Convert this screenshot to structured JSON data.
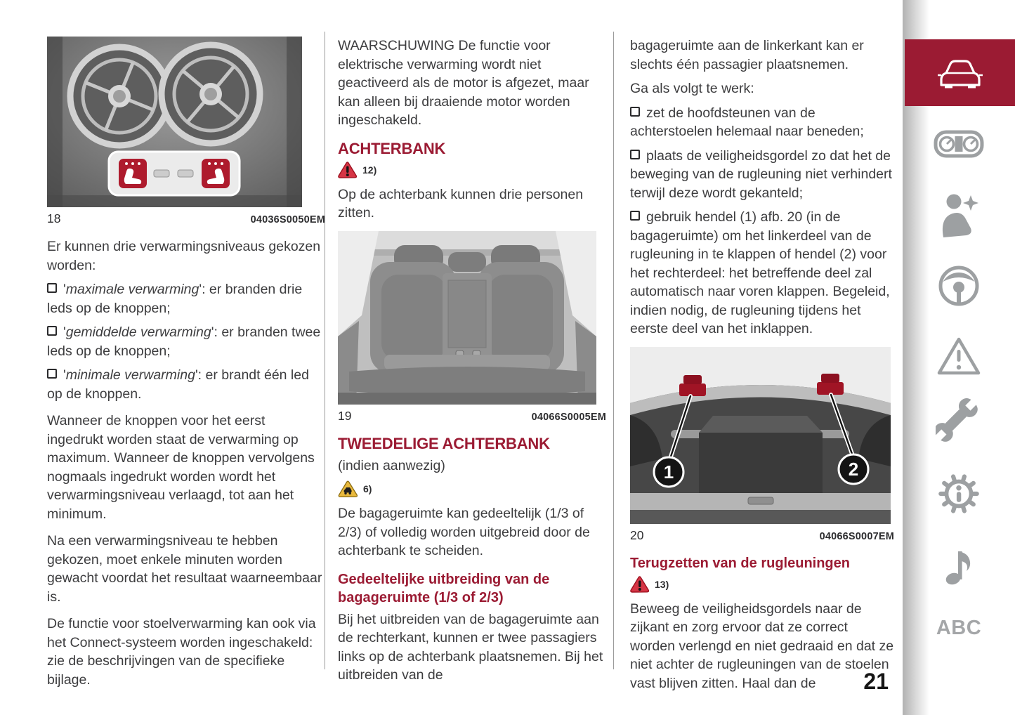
{
  "page": {
    "number": "21"
  },
  "colors": {
    "accent": "#9b1b33",
    "body_text": "#3d3d3f",
    "sidebar_icon": "#9da0a2"
  },
  "figures": {
    "fig18": {
      "number": "18",
      "code": "04036S0050EM"
    },
    "fig19": {
      "number": "19",
      "code": "04066S0005EM"
    },
    "fig20": {
      "number": "20",
      "code": "04066S0007EM",
      "callout1": "1",
      "callout2": "2"
    }
  },
  "left": {
    "p1": "Er kunnen drie verwarmingsniveaus gekozen worden:",
    "b1": {
      "pre": "'",
      "em": "maximale verwarming",
      "post": "': er branden drie leds op de knoppen;"
    },
    "b2": {
      "pre": "'",
      "em": "gemiddelde verwarming",
      "post": "': er branden twee leds op de knoppen;"
    },
    "b3": {
      "pre": "'",
      "em": "minimale verwarming",
      "post": "': er brandt één led op de knoppen."
    },
    "p2": "Wanneer de knoppen voor het eerst ingedrukt worden staat de verwarming op maximum. Wanneer de knoppen vervolgens nogmaals ingedrukt worden wordt het verwarmingsniveau verlaagd, tot aan het minimum.",
    "p3": "Na een verwarmingsniveau te hebben gekozen, moet enkele minuten worden gewacht voordat het resultaat waarneembaar is.",
    "p4": "De functie voor stoelverwarming kan ook via het Connect-systeem worden ingeschakeld: zie de beschrijvingen van de specifieke bijlage."
  },
  "middle": {
    "p1": "WAARSCHUWING De functie voor elektrische verwarming wordt niet geactiveerd als de motor is afgezet, maar kan alleen bij draaiende motor worden ingeschakeld.",
    "h1": "ACHTERBANK",
    "ref1": "12)",
    "p2": "Op de achterbank kunnen drie personen zitten.",
    "h2": "TWEEDELIGE ACHTERBANK",
    "sub": "(indien aanwezig)",
    "ref2": "6)",
    "p3": "De bagageruimte kan gedeeltelijk (1/3 of 2/3) of volledig worden uitgebreid door de achterbank te scheiden.",
    "h3": "Gedeeltelijke uitbreiding van de bagageruimte (1/3 of 2/3)",
    "p4": "Bij het uitbreiden van de bagageruimte aan de rechterkant, kunnen er twee passagiers links op de achterbank plaatsnemen. Bij het uitbreiden van de"
  },
  "right": {
    "p1": "bagageruimte aan de linkerkant kan er slechts één passagier plaatsnemen.",
    "p2": "Ga als volgt te werk:",
    "b1": "zet de hoofdsteunen van de achterstoelen helemaal naar beneden;",
    "b2": "plaats de veiligheidsgordel zo dat het de beweging van de rugleuning niet verhindert terwijl deze wordt gekanteld;",
    "b3": "gebruik hendel (1) afb. 20 (in de bagageruimte) om het linkerdeel van de rugleuning in te klappen of hendel (2) voor het rechterdeel: het betreffende deel zal automatisch naar voren klappen. Begeleid, indien nodig, de rugleuning tijdens het eerste deel van het inklappen.",
    "h1": "Terugzetten van de rugleuningen",
    "ref1": "13)",
    "p3": "Beweeg de veiligheidsgordels naar de zijkant en zorg ervoor dat ze correct worden verlengd en niet gedraaid en dat ze niet achter de rugleuningen van de stoelen vast blijven zitten. Haal dan de"
  },
  "sidebar": {
    "abc_label": "ABC",
    "icon_names": [
      "car-front-icon",
      "instrument-cluster-icon",
      "airbag-icon",
      "steering-wheel-icon",
      "warning-triangle-icon",
      "wrench-icon",
      "gear-info-icon",
      "music-note-icon",
      "abc-label"
    ]
  }
}
